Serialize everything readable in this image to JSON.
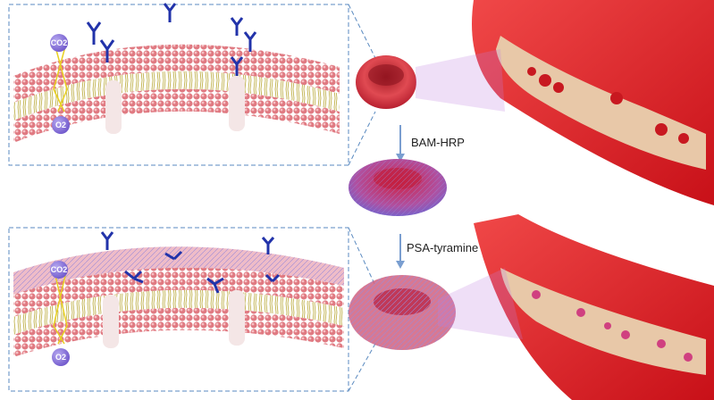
{
  "labels": {
    "step1": "BAM-HRP",
    "step2": "PSA-tyramine",
    "co2": "CO2",
    "o2": "O2"
  },
  "colors": {
    "lipid_head": "#e07a82",
    "antibody": "#2233aa",
    "vessel": "#e8202a",
    "rbc": "#d0303a",
    "polymer": "#8a70d0",
    "dash_box": "#5a8ac0"
  }
}
